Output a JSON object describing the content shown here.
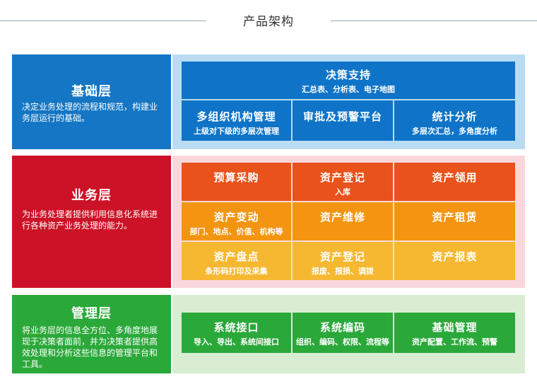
{
  "page_title": "产品架构",
  "layers": {
    "foundation": {
      "title": "基础层",
      "desc": "决定业务处理的流程和规范，构建业务层运行的基础。",
      "decision": {
        "title": "决策支持",
        "sub": "汇总表、分析表、电子地图"
      },
      "org": {
        "title": "多组织机构管理",
        "sub": "上级对下级的多层次管理"
      },
      "approval": {
        "title": "审批及预警平台"
      },
      "stats": {
        "title": "统计分析",
        "sub": "多层次汇总，多角度分析"
      },
      "color": "#1476c4"
    },
    "business": {
      "title": "业务层",
      "desc": "为业务处理者提供利用信息化系统进行各种资产业务处理的能力。",
      "cells": [
        {
          "title": "预算采购",
          "sub": ""
        },
        {
          "title": "资产登记",
          "sub": "入库"
        },
        {
          "title": "资产领用",
          "sub": ""
        },
        {
          "title": "资产变动",
          "sub": "部门、地点、价值、机构等"
        },
        {
          "title": "资产维修",
          "sub": ""
        },
        {
          "title": "资产租赁",
          "sub": ""
        },
        {
          "title": "资产盘点",
          "sub": "条形码打印及采集"
        },
        {
          "title": "资产登记",
          "sub": "报废、报损、调拨"
        },
        {
          "title": "资产报表",
          "sub": ""
        }
      ],
      "color": "#cc1226"
    },
    "management": {
      "title": "管理层",
      "desc": "将业务层的信息全方位、多角度地展现于决策者面前，并为决策者提供高效处理和分析这些信息的管理平台和工具。",
      "cells": [
        {
          "title": "系统接口",
          "sub": "导入、导出、系统间接口"
        },
        {
          "title": "系统编码",
          "sub": "组织、编码、权限、流程等"
        },
        {
          "title": "基础管理",
          "sub": "资产配置、工作流、预警"
        }
      ],
      "color": "#2ba83a"
    }
  }
}
